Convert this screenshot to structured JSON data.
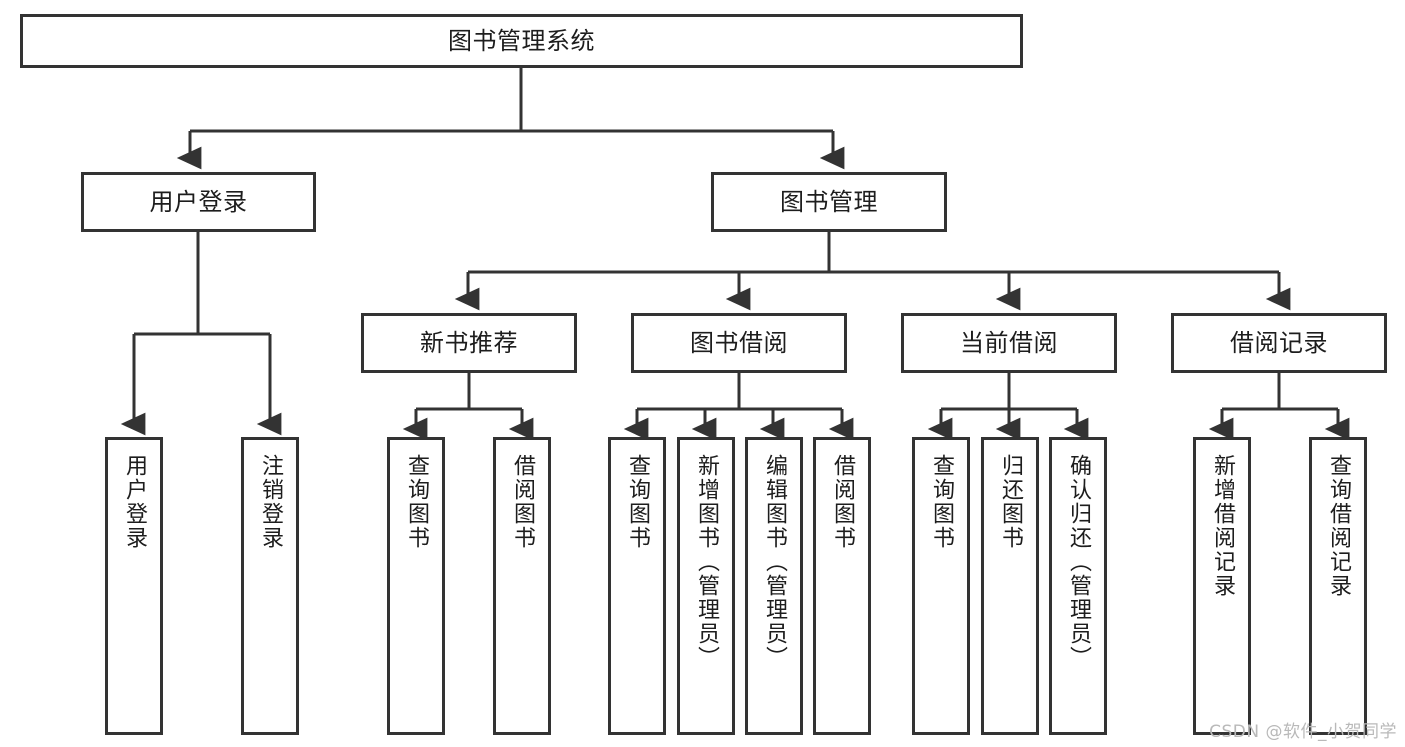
{
  "diagram": {
    "title": "图书管理系统",
    "type": "tree-hierarchy",
    "colors": {
      "box_border": "#333333",
      "box_fill": "#ffffff",
      "edge": "#333333",
      "text": "#1d1d1d",
      "background": "#ffffff",
      "watermark": "#b9b9b9"
    },
    "root": {
      "label": "图书管理系统"
    },
    "level2": [
      {
        "label": "用户登录"
      },
      {
        "label": "图书管理"
      }
    ],
    "level3": [
      {
        "label": "新书推荐"
      },
      {
        "label": "图书借阅"
      },
      {
        "label": "当前借阅"
      },
      {
        "label": "借阅记录"
      }
    ],
    "leaves": {
      "user_login": [
        {
          "label": "用户登录"
        },
        {
          "label": "注销登录"
        }
      ],
      "new_book_recommend": [
        {
          "label": "查询图书"
        },
        {
          "label": "借阅图书"
        }
      ],
      "book_borrow": [
        {
          "label": "查询图书"
        },
        {
          "label": "新增图书（管理员）"
        },
        {
          "label": "编辑图书（管理员）"
        },
        {
          "label": "借阅图书"
        }
      ],
      "current_borrow": [
        {
          "label": "查询图书"
        },
        {
          "label": "归还图书"
        },
        {
          "label": "确认归还（管理员）"
        }
      ],
      "borrow_record": [
        {
          "label": "新增借阅记录"
        },
        {
          "label": "查询借阅记录"
        }
      ]
    }
  },
  "watermark": {
    "text": "CSDN @软件_小贺同学"
  }
}
